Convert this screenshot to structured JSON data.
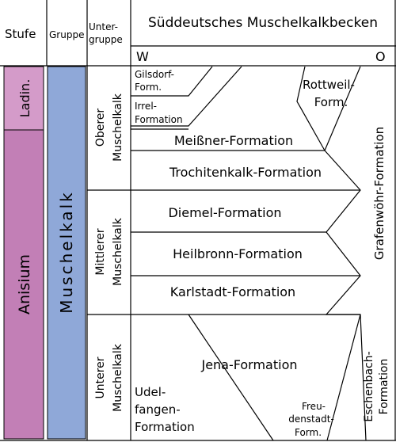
{
  "header": {
    "stufe": "Stufe",
    "gruppe": "Gruppe",
    "untergruppe_1": "Unter-",
    "untergruppe_2": "gruppe",
    "title": "Süddeutsches Muschelkalkbecken",
    "west": "W",
    "east": "O"
  },
  "stufen": {
    "ladin": "Ladin.",
    "anisium": "Anisium"
  },
  "gruppe": {
    "name": "Muschelkalk"
  },
  "untergruppen": {
    "oberer_1": "Oberer",
    "oberer_2": "Muschelkalk",
    "mittlerer_1": "Mittlerer",
    "mittlerer_2": "Muschelkalk",
    "unterer_1": "Unterer",
    "unterer_2": "Muschelkalk"
  },
  "formations": {
    "gilsdorf_1": "Gilsdorf-",
    "gilsdorf_2": "Form.",
    "irrel_1": "Irrel-",
    "irrel_2": "Formation",
    "rottweil_1": "Rottweil-",
    "rottweil_2": "Form.",
    "meissner": "Meißner-Formation",
    "trochitenkalk": "Trochitenkalk-Formation",
    "diemel": "Diemel-Formation",
    "heilbronn": "Heilbronn-Formation",
    "karlstadt": "Karlstadt-Formation",
    "jena": "Jena-Formation",
    "udelfangen_1": "Udel-",
    "udelfangen_2": "fangen-",
    "udelfangen_3": "Formation",
    "freudenstadt_1": "Freu-",
    "freudenstadt_2": "denstadt-",
    "freudenstadt_3": "Form.",
    "grafenwoehr": "Grafenwöhr-Formation",
    "eschenbach_1": "Eschenbach-",
    "eschenbach_2": "Formation"
  },
  "colors": {
    "ladin_fill": "#d49bc9",
    "anisium_fill": "#c27fb6",
    "gruppe_fill": "#8fa8d8",
    "border": "#000000"
  }
}
